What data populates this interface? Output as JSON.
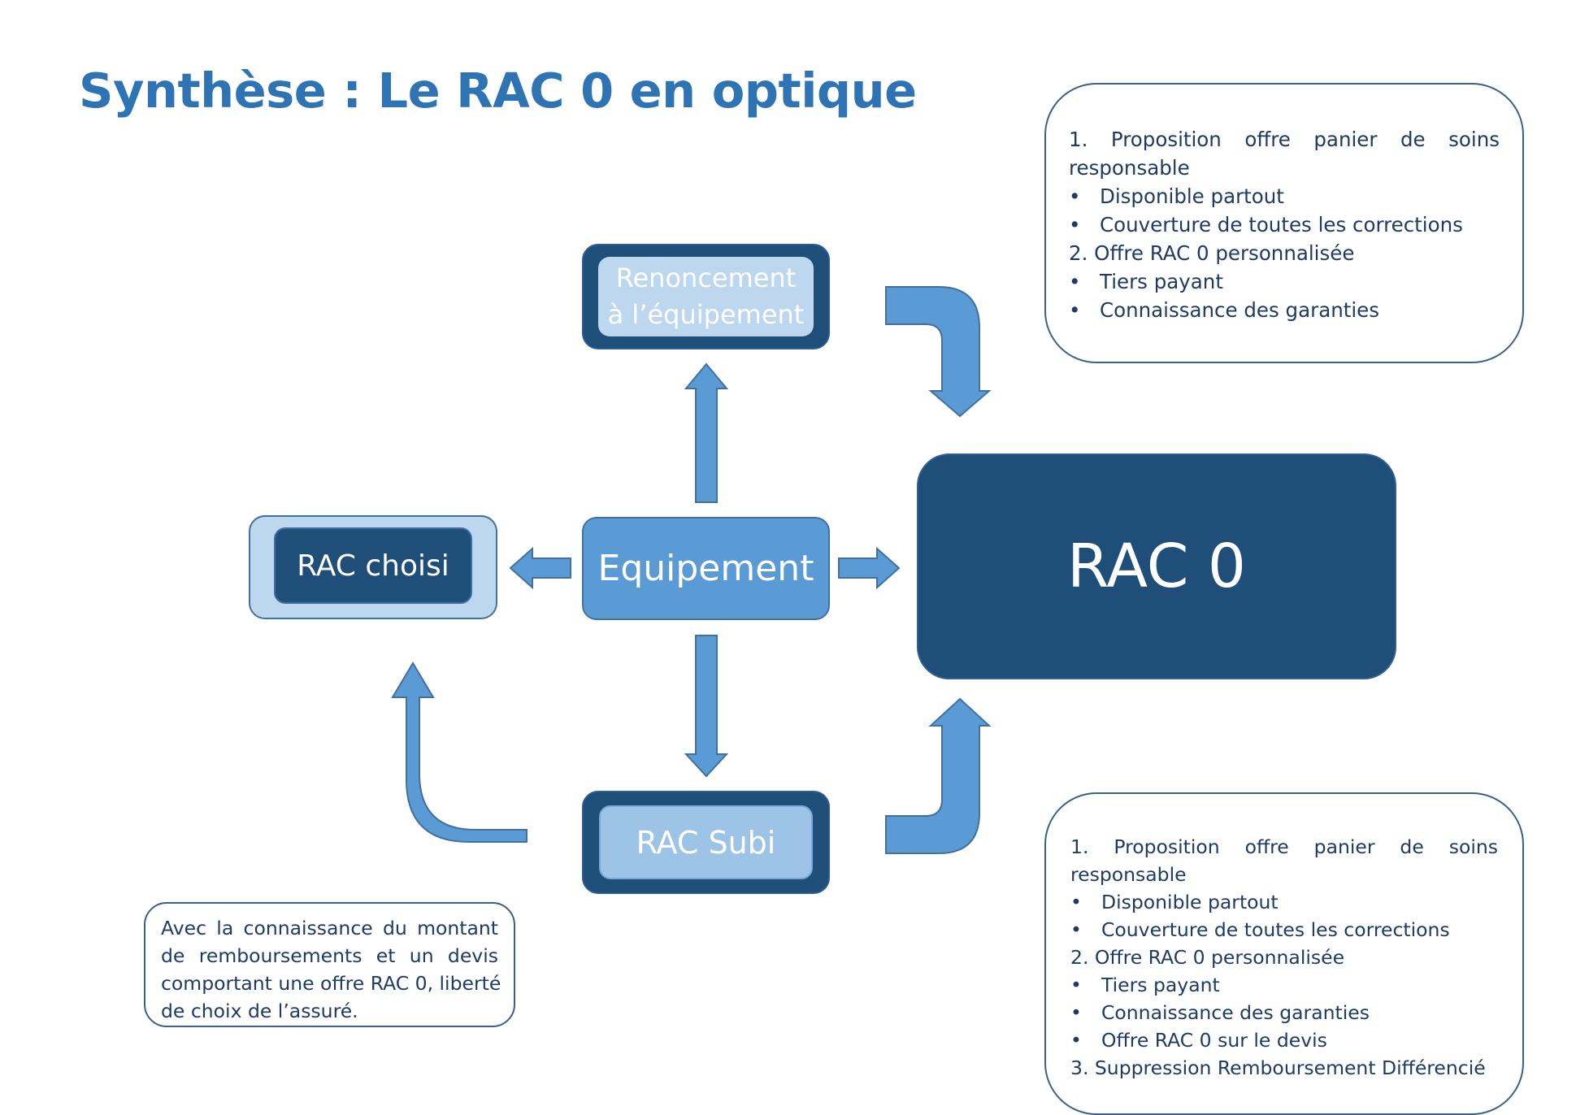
{
  "title": "Synthèse : Le RAC 0 en optique",
  "nodes": {
    "renoncement_line1": "Renoncement",
    "renoncement_line2": "à l’équipement",
    "equipement": "Equipement",
    "rac_choisi": "RAC choisi",
    "rac_subi": "RAC Subi",
    "rac0": "RAC 0"
  },
  "info_top": {
    "item1_part1": "1. Proposition offre panier de soins",
    "item1_part2": "responsable",
    "bullet1": "Disponible partout",
    "bullet2": "Couverture de toutes les corrections",
    "item2": "2. Offre RAC 0 personnalisée",
    "bullet3": "Tiers payant",
    "bullet4": "Connaissance des garanties"
  },
  "info_bottom": {
    "item1_part1": "1. Proposition offre panier de soins",
    "item1_part2": "responsable",
    "bullet1": "Disponible partout",
    "bullet2": "Couverture de toutes les corrections",
    "item2": "2. Offre RAC 0 personnalisée",
    "bullet3": "Tiers payant",
    "bullet4": "Connaissance des garanties",
    "bullet5": "Offre RAC 0 sur le devis",
    "item3": "3. Suppression Remboursement Différencié"
  },
  "note": {
    "line1": "Avec la connaissance du montant",
    "line2": "de remboursements et un devis",
    "line3": "comportant une offre RAC 0, liberté",
    "line4": "de choix de l’assuré."
  },
  "colors": {
    "title": "#2e74b5",
    "arrow_fill": "#5b9bd5",
    "arrow_stroke": "#41719c",
    "dark_blue": "#1f4e79",
    "light_blue": "#bdd7ee",
    "text_dark": "#1f3b64"
  }
}
